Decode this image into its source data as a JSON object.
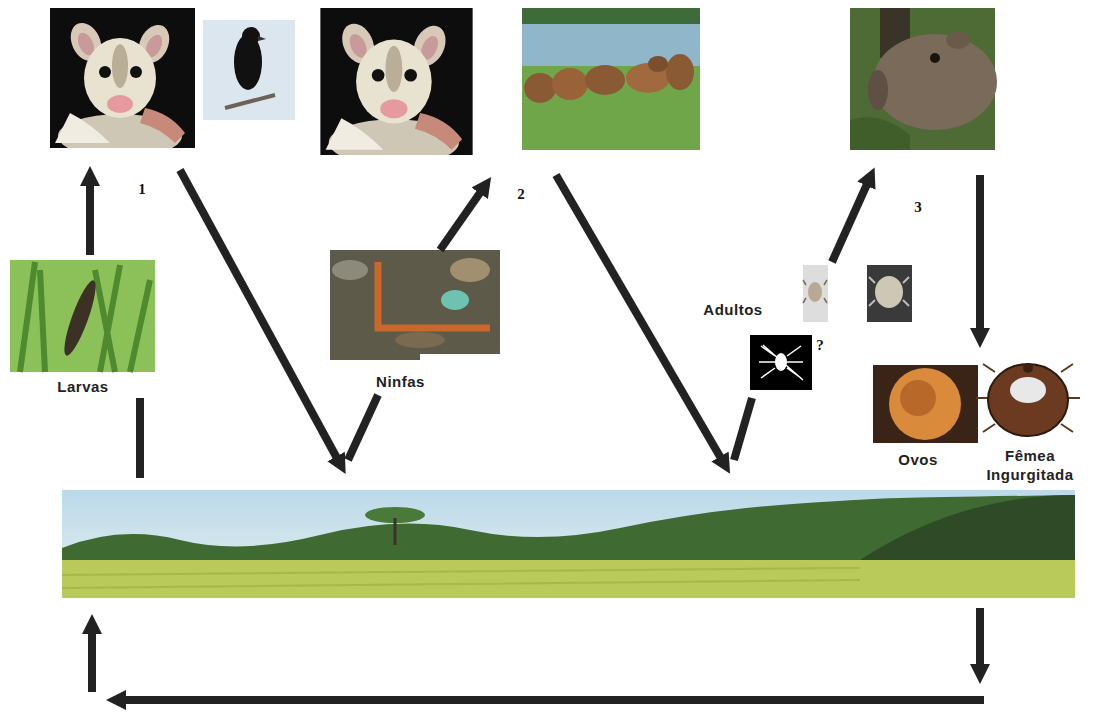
{
  "diagram": {
    "nodes": [
      {
        "text": [
          "Larvas"
        ]
      },
      {
        "text": [
          "Ninfas"
        ]
      },
      {
        "text": [
          "Adultos"
        ]
      },
      {
        "text": [
          "Ovos"
        ]
      },
      {
        "text": [
          "Fêmea Ingurgitada"
        ]
      }
    ],
    "labels": [
      "1",
      "2",
      "3",
      "?"
    ]
  }
}
